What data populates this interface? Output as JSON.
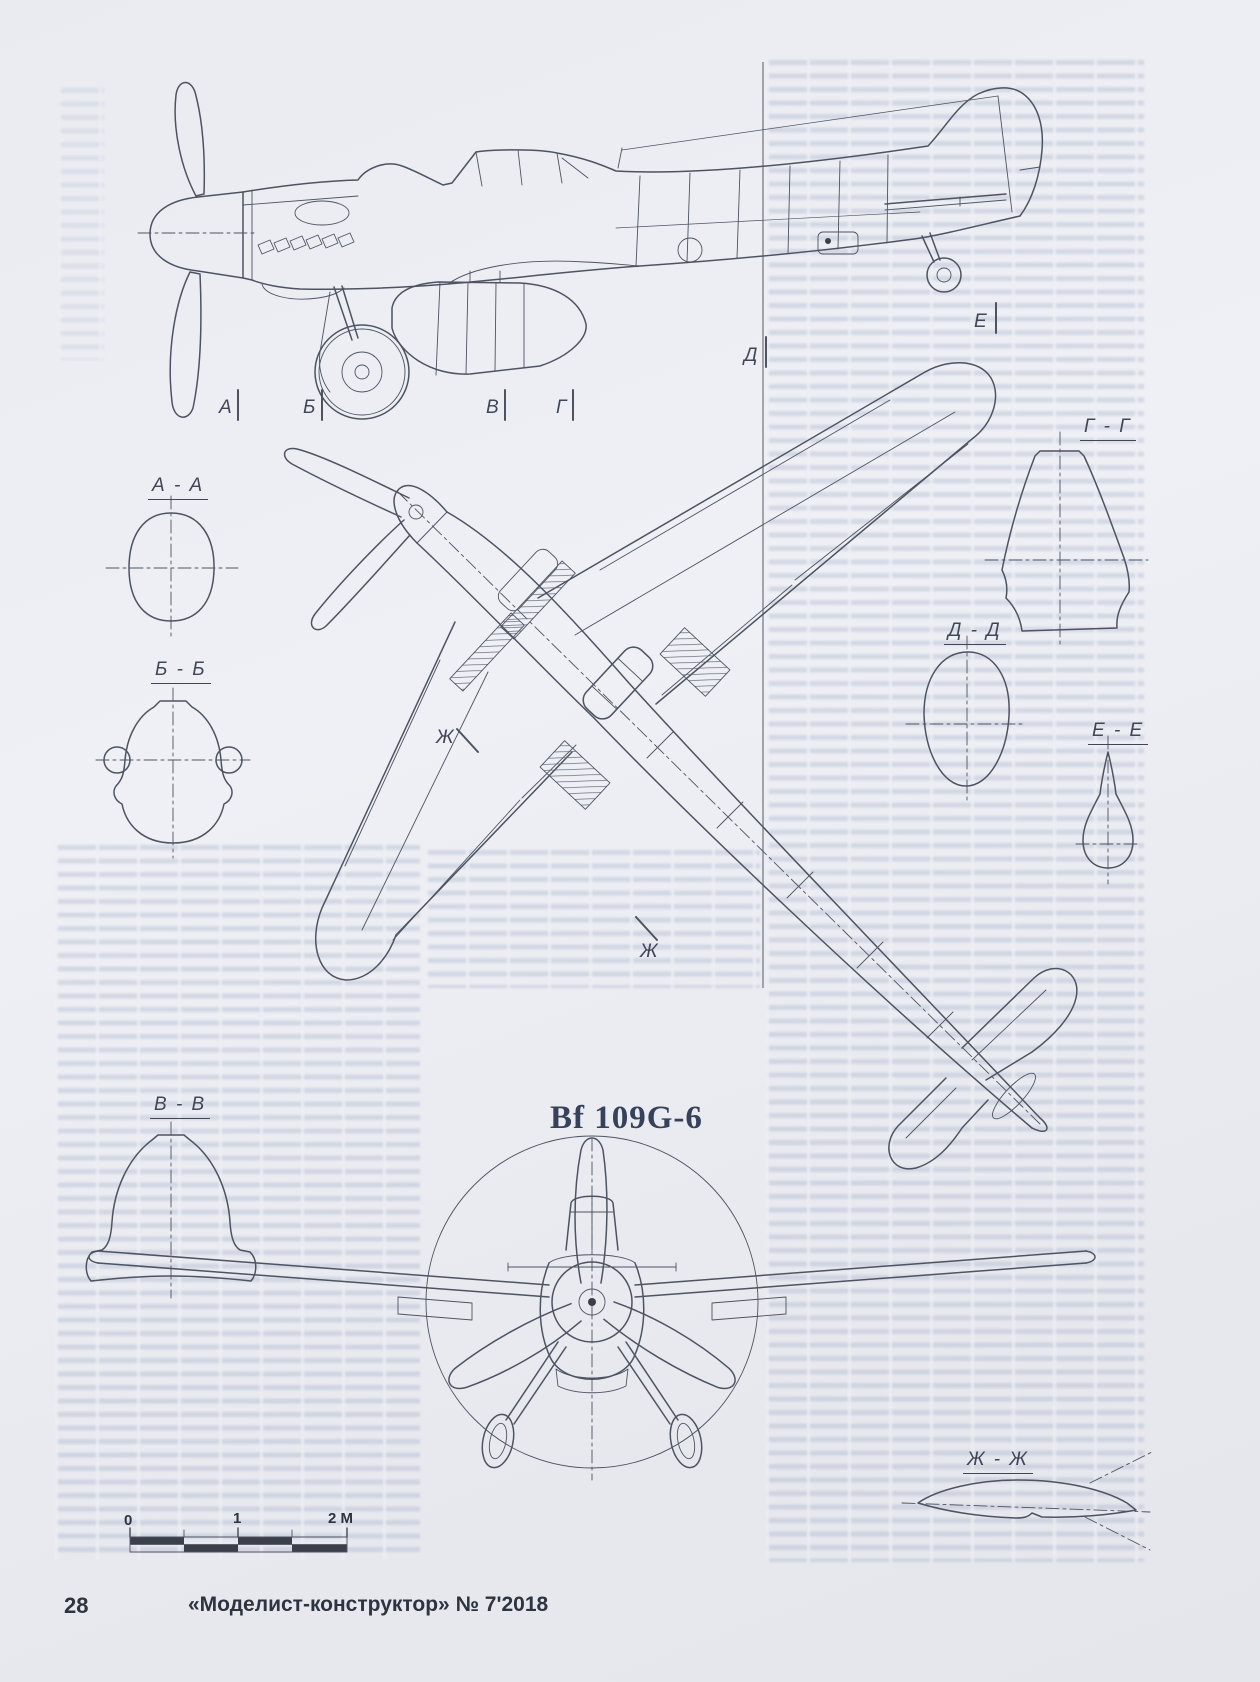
{
  "page": {
    "footer": {
      "page_number": "28",
      "magazine": "«Моделист-конструктор» № 7'2018"
    }
  },
  "drawing": {
    "title": "Bf 109G-6",
    "section_labels": {
      "aa": "А - А",
      "bb": "Б - Б",
      "vv": "В - В",
      "gg": "Г - Г",
      "dd": "Д - Д",
      "ee": "Е - Е",
      "zhzh": "Ж - Ж"
    },
    "cut_markers": {
      "a": "А",
      "b": "Б",
      "v": "В",
      "g": "Г",
      "d": "Д",
      "e": "Е",
      "zh1": "Ж",
      "zh2": "Ж"
    },
    "scale_bar": {
      "t0": "0",
      "t1": "1",
      "t2": "2 М"
    }
  },
  "colors": {
    "ink": "#4d5361",
    "paper": "#e9ebf1",
    "title_ink": "#37415a"
  }
}
